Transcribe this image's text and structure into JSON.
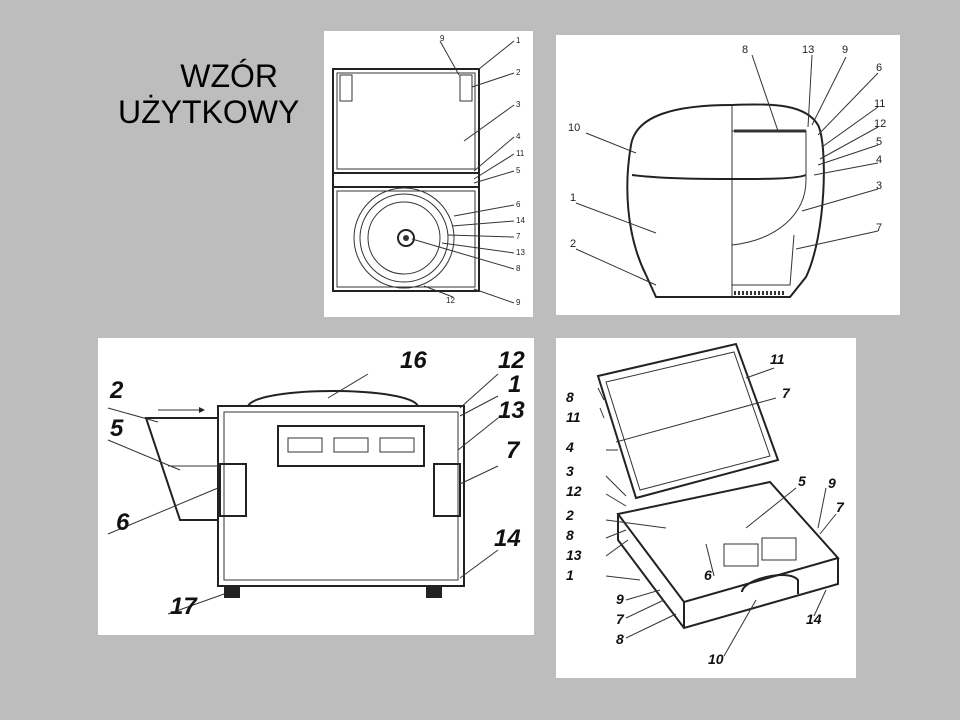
{
  "title": {
    "line1": "WZÓR",
    "line2": "UŻYTKOWY"
  },
  "figures": {
    "a": {
      "labels": [
        "9",
        "1",
        "2",
        "3",
        "4",
        "11",
        "5",
        "6",
        "14",
        "7",
        "13",
        "8",
        "12",
        "9"
      ]
    },
    "b": {
      "labels": [
        "8",
        "13",
        "9",
        "6",
        "10",
        "11",
        "12",
        "5",
        "4",
        "1",
        "3",
        "2",
        "7"
      ]
    },
    "c": {
      "labels": [
        "16",
        "12",
        "2",
        "1",
        "13",
        "5",
        "7",
        "6",
        "14",
        "17"
      ]
    },
    "d": {
      "labels": [
        "11",
        "8",
        "7",
        "11",
        "4",
        "3",
        "12",
        "5",
        "9",
        "7",
        "2",
        "8",
        "13",
        "6",
        "1",
        "9",
        "7",
        "8",
        "14",
        "10"
      ]
    }
  }
}
